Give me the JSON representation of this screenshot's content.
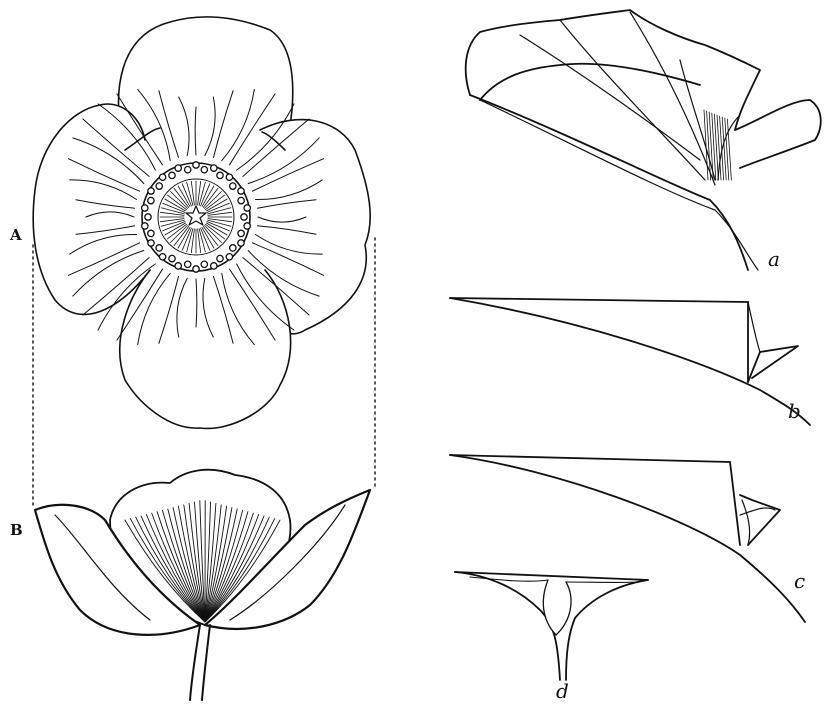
{
  "figure": {
    "labels": {
      "A": "A",
      "B": "B",
      "a": "a",
      "b": "b",
      "c": "c",
      "d": "d"
    },
    "colors": {
      "ink": "#111111",
      "paper": "#ffffff"
    }
  }
}
